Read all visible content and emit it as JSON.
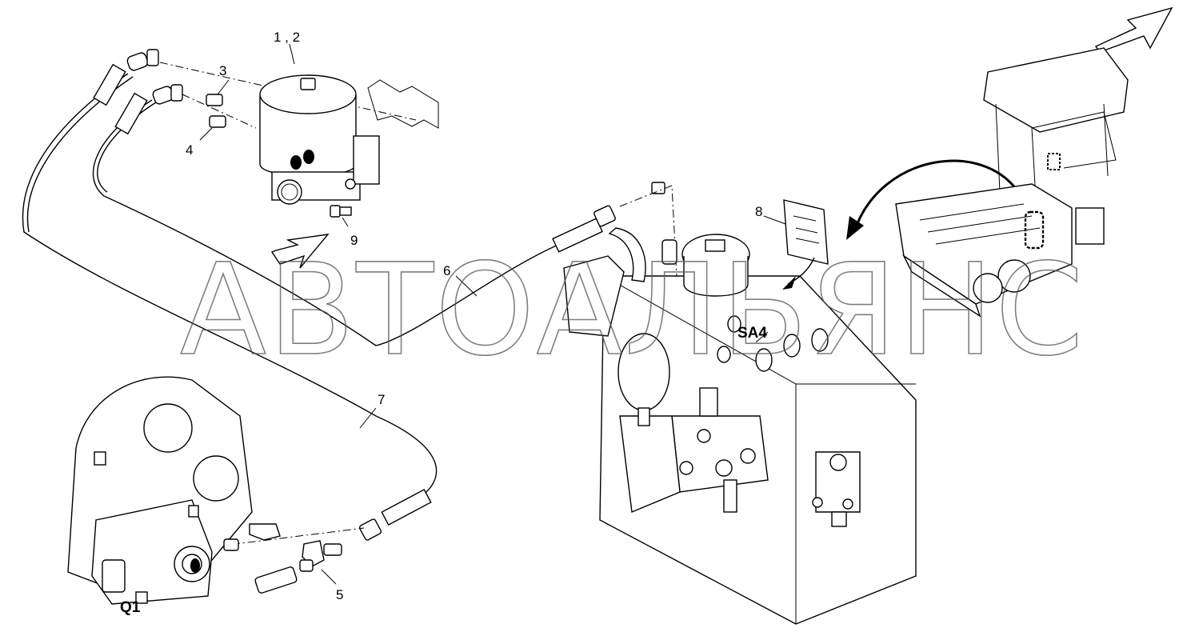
{
  "watermark": "АВТОАЛЬЯНС",
  "callouts": {
    "c12": "1 , 2",
    "c3": "3",
    "c4": "4",
    "c5": "5",
    "c6": "6",
    "c7": "7",
    "c8": "8",
    "c9": "9",
    "q1": "Q1",
    "sa4": "SA4"
  }
}
